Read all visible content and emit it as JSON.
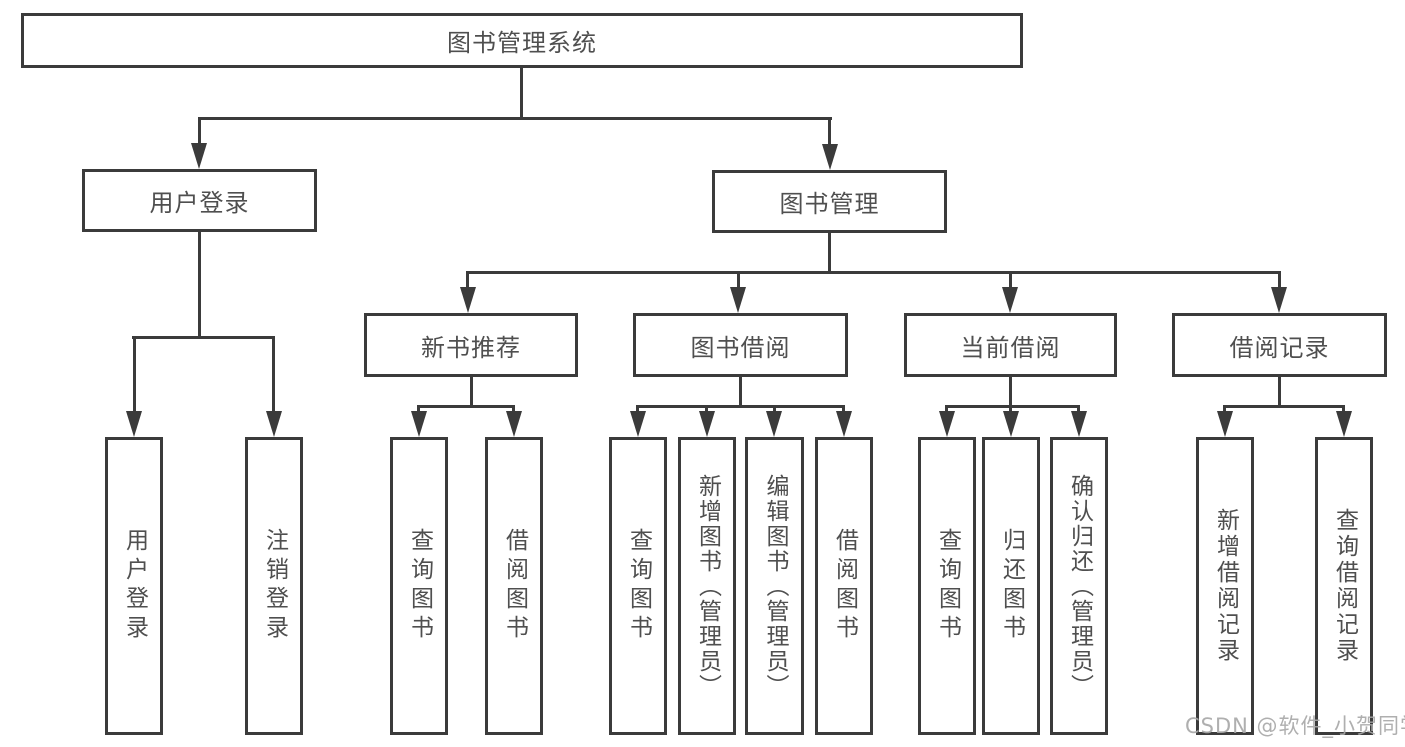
{
  "nodes": {
    "root": "图书管理系统",
    "level2": {
      "user": "用户登录",
      "mgmt": "图书管理"
    },
    "level3": {
      "recommend": "新书推荐",
      "borrow": "图书借阅",
      "current": "当前借阅",
      "records": "借阅记录"
    },
    "level4": {
      "user_login": "用户登录",
      "user_logout": "注销登录",
      "rec_query": "查询图书",
      "rec_borrow": "借阅图书",
      "bor_query": "查询图书",
      "bor_add": "新增图书（管理员）",
      "bor_edit": "编辑图书（管理员）",
      "bor_borrow": "借阅图书",
      "cur_query": "查询图书",
      "cur_return": "归还图书",
      "cur_confirm": "确认归还（管理员）",
      "recd_add": "新增借阅记录",
      "recd_query": "查询借阅记录"
    }
  },
  "watermark": "CSDN @软件_小贺同学",
  "colors": {
    "line": "#3b3b3b",
    "text": "#4f4f4f",
    "watermark": "#a8a8a8",
    "background": "#ffffff"
  }
}
